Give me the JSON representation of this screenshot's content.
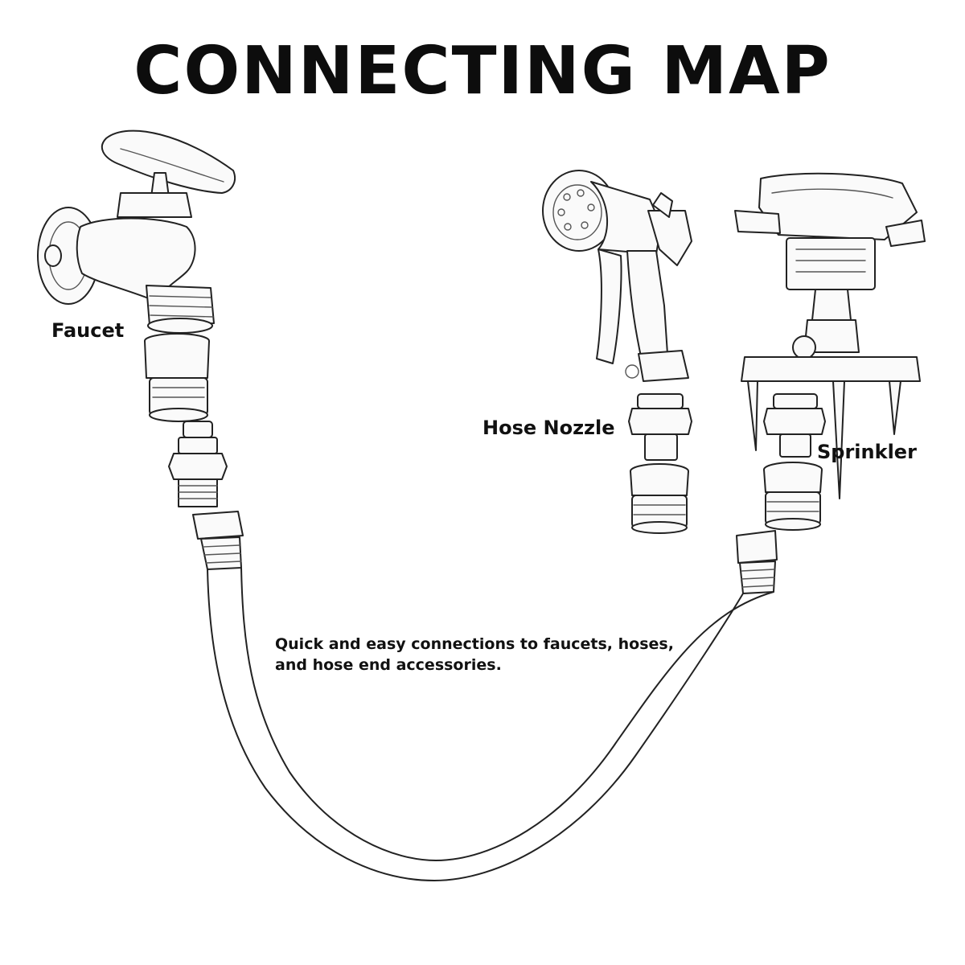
{
  "title": "CONNECTING MAP",
  "labels": {
    "faucet": "Faucet",
    "hose_nozzle": "Hose Nozzle",
    "sprinkler": "Sprinkler"
  },
  "caption": {
    "line1": "Quick and easy connections to faucets, hoses,",
    "line2": "and hose end accessories."
  }
}
